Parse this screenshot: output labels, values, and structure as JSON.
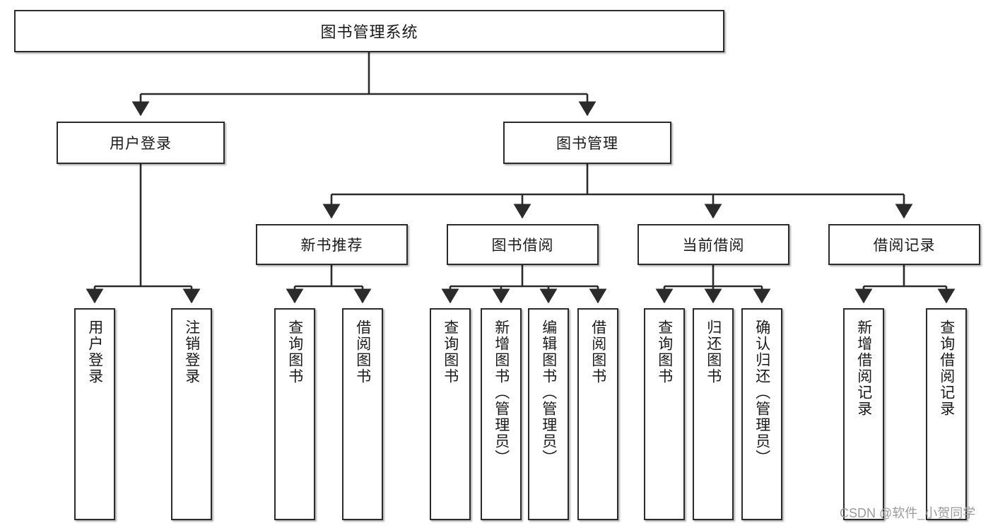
{
  "diagram": {
    "title": "图书管理系统",
    "type": "tree",
    "orientation": "top-down",
    "watermark": "CSDN @软件_小贺同学",
    "colors": {
      "background": "#ffffff",
      "node_border": "#2b2b2b",
      "node_fill": "#ffffff",
      "edge": "#2b2b2b",
      "text": "#1a1a1a",
      "watermark": "#9b9b9b"
    },
    "nodes": {
      "root": {
        "label": "图书管理系统",
        "level": 1
      },
      "level2": [
        {
          "id": "user-login",
          "label": "用户登录"
        },
        {
          "id": "book-manage",
          "label": "图书管理"
        }
      ],
      "level3": [
        {
          "id": "new-book-recommend",
          "label": "新书推荐",
          "parent": "book-manage"
        },
        {
          "id": "book-borrow",
          "label": "图书借阅",
          "parent": "book-manage"
        },
        {
          "id": "current-borrow",
          "label": "当前借阅",
          "parent": "book-manage"
        },
        {
          "id": "borrow-record",
          "label": "借阅记录",
          "parent": "book-manage"
        }
      ],
      "leaves": [
        {
          "id": "leaf-user-login",
          "label": "用户登录",
          "parent": "user-login"
        },
        {
          "id": "leaf-logout",
          "label": "注销登录",
          "parent": "user-login"
        },
        {
          "id": "leaf-query-book-1",
          "label": "查询图书",
          "parent": "new-book-recommend"
        },
        {
          "id": "leaf-borrow-book-1",
          "label": "借阅图书",
          "parent": "new-book-recommend"
        },
        {
          "id": "leaf-query-book-2",
          "label": "查询图书",
          "parent": "book-borrow"
        },
        {
          "id": "leaf-add-book",
          "label": "新增图书（管理员）",
          "parent": "book-borrow"
        },
        {
          "id": "leaf-edit-book",
          "label": "编辑图书（管理员）",
          "parent": "book-borrow"
        },
        {
          "id": "leaf-borrow-book-2",
          "label": "借阅图书",
          "parent": "book-borrow"
        },
        {
          "id": "leaf-query-book-3",
          "label": "查询图书",
          "parent": "current-borrow"
        },
        {
          "id": "leaf-return-book",
          "label": "归还图书",
          "parent": "current-borrow"
        },
        {
          "id": "leaf-confirm-return",
          "label": "确认归还（管理员）",
          "parent": "current-borrow"
        },
        {
          "id": "leaf-add-record",
          "label": "新增借阅记录",
          "parent": "borrow-record"
        },
        {
          "id": "leaf-query-record",
          "label": "查询借阅记录",
          "parent": "borrow-record"
        }
      ]
    }
  }
}
